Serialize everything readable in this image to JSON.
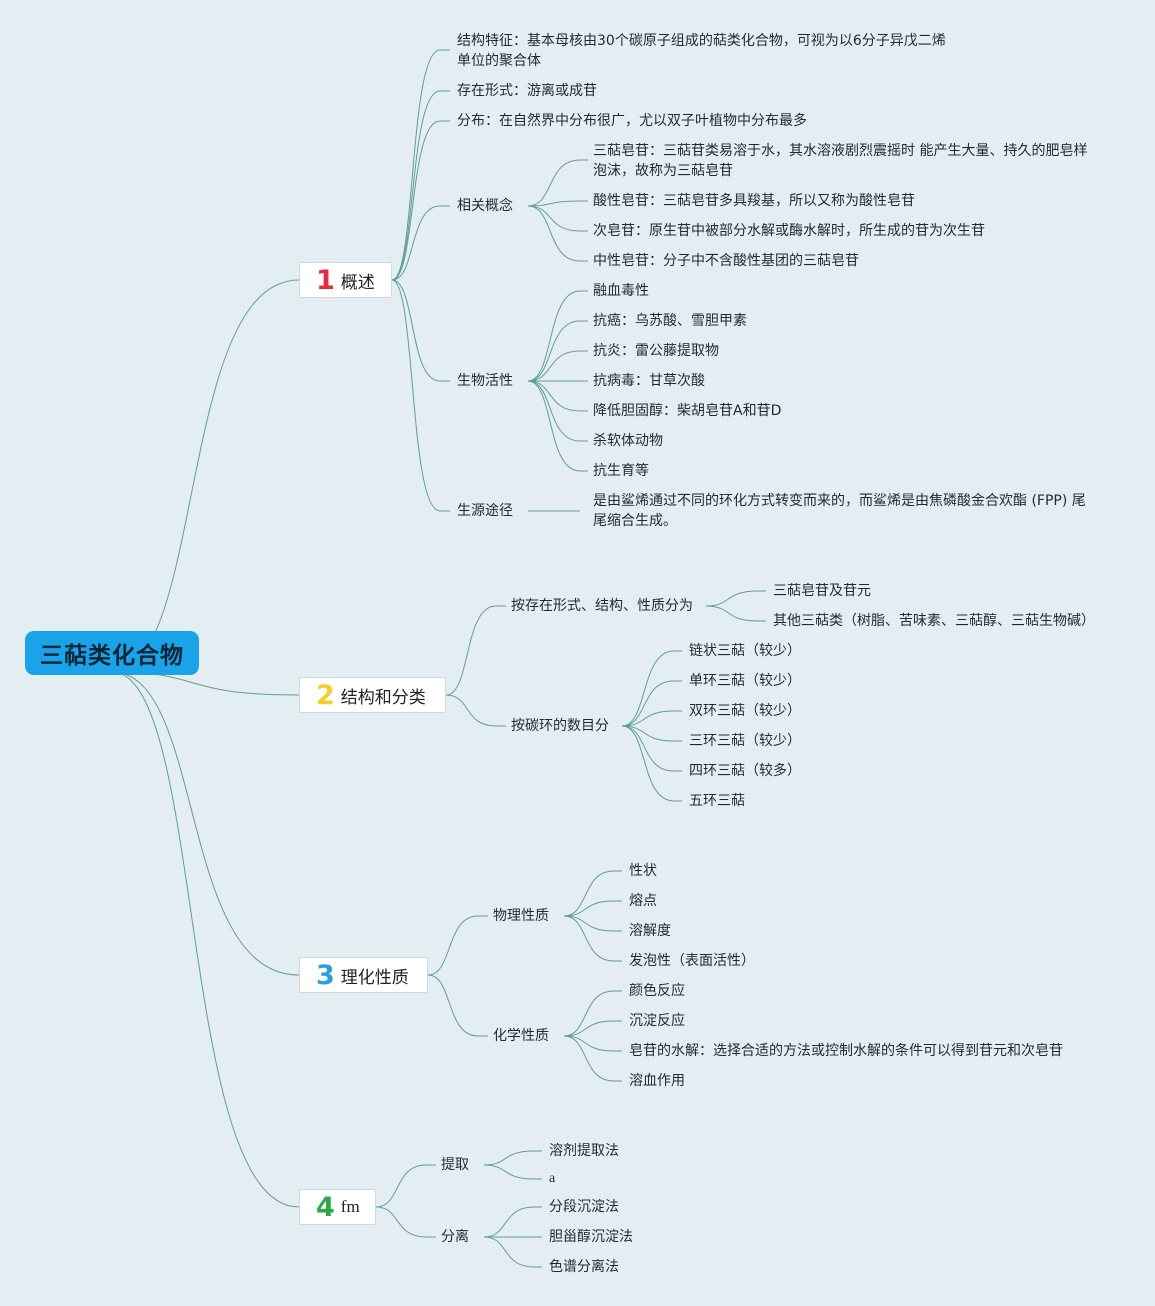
{
  "root": "三萜类化合物",
  "branches": [
    {
      "number": "1",
      "number_color": "#e8293a",
      "title": "概述",
      "children": [
        {
          "label": "结构特征：基本母核由30个碳原子组成的萜类化合物，可视为以6分子异戊二烯单位的聚合体"
        },
        {
          "label": "存在形式：游离或成苷"
        },
        {
          "label": "分布：在自然界中分布很广，尤以双子叶植物中分布最多"
        },
        {
          "label": "相关概念",
          "children": [
            "三萜皂苷：三萜苷类易溶于水，其水溶液剧烈震摇时 能产生大量、持久的肥皂样泡沫，故称为三萜皂苷",
            "酸性皂苷：三萜皂苷多具羧基，所以又称为酸性皂苷",
            "次皂苷：原生苷中被部分水解或酶水解时，所生成的苷为次生苷",
            "中性皂苷：分子中不含酸性基团的三萜皂苷"
          ]
        },
        {
          "label": "生物活性",
          "children": [
            "融血毒性",
            "抗癌：乌苏酸、雪胆甲素",
            "抗炎：雷公藤提取物",
            "抗病毒：甘草次酸",
            "降低胆固醇：柴胡皂苷A和苷D",
            "杀软体动物",
            "抗生育等"
          ]
        },
        {
          "label": "生源途径",
          "children": [
            "是由鲨烯通过不同的环化方式转变而来的，而鲨烯是由焦磷酸金合欢酯 (FPP) 尾尾缩合生成。"
          ]
        }
      ]
    },
    {
      "number": "2",
      "number_color": "#f4cf2a",
      "title": "结构和分类",
      "children": [
        {
          "label": "按存在形式、结构、性质分为",
          "children": [
            "三萜皂苷及苷元",
            "其他三萜类（树脂、苦味素、三萜醇、三萜生物碱）"
          ]
        },
        {
          "label": "按碳环的数目分",
          "children": [
            "链状三萜（较少）",
            "单环三萜（较少）",
            "双环三萜（较少）",
            "三环三萜（较少）",
            "四环三萜（较多）",
            "五环三萜"
          ]
        }
      ]
    },
    {
      "number": "3",
      "number_color": "#2a9fe0",
      "title": "理化性质",
      "children": [
        {
          "label": "物理性质",
          "children": [
            "性状",
            "熔点",
            "溶解度",
            "发泡性（表面活性）"
          ]
        },
        {
          "label": "化学性质",
          "children": [
            "颜色反应",
            "沉淀反应",
            "皂苷的水解：选择合适的方法或控制水解的条件可以得到苷元和次皂苷",
            "溶血作用"
          ]
        }
      ]
    },
    {
      "number": "4",
      "number_color": "#2aa84a",
      "title": "fm",
      "children": [
        {
          "label": "提取",
          "children": [
            "溶剂提取法",
            "a"
          ]
        },
        {
          "label": "分离",
          "children": [
            "分段沉淀法",
            "胆甾醇沉淀法",
            "色谱分离法"
          ]
        }
      ]
    }
  ]
}
